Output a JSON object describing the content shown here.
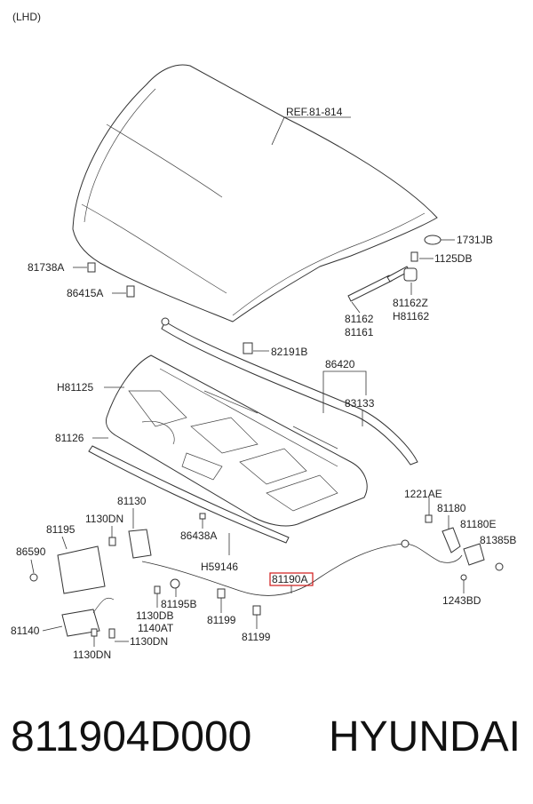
{
  "diagram": {
    "variant": "(LHD)",
    "reference": "REF.81-814",
    "highlight_color": "#d01818",
    "labels": {
      "l1731JB": "1731JB",
      "l1125DB": "1125DB",
      "l81738A": "81738A",
      "l86415A": "86415A",
      "l81162Z": "81162Z",
      "lH81162": "H81162",
      "l81162": "81162",
      "l81161": "81161",
      "l82191B": "82191B",
      "l86420": "86420",
      "lH81125": "H81125",
      "l83133": "83133",
      "l81126": "81126",
      "l1221AE": "1221AE",
      "l81180": "81180",
      "l81180E": "81180E",
      "l81385B": "81385B",
      "l81130": "81130",
      "l1130DN_a": "1130DN",
      "l81195": "81195",
      "l86438A": "86438A",
      "l86590": "86590",
      "lH59146": "H59146",
      "l81190A": "81190A",
      "l1243BD": "1243BD",
      "l81195B": "81195B",
      "l1130DB": "1130DB",
      "l81199_a": "81199",
      "l1140AT": "1140AT",
      "l81140": "81140",
      "l1130DN_b": "1130DN",
      "l81199_b": "81199",
      "l1130DN_c": "1130DN"
    }
  },
  "footer": {
    "part_number": "811904D000",
    "brand": "HYUNDAI"
  }
}
